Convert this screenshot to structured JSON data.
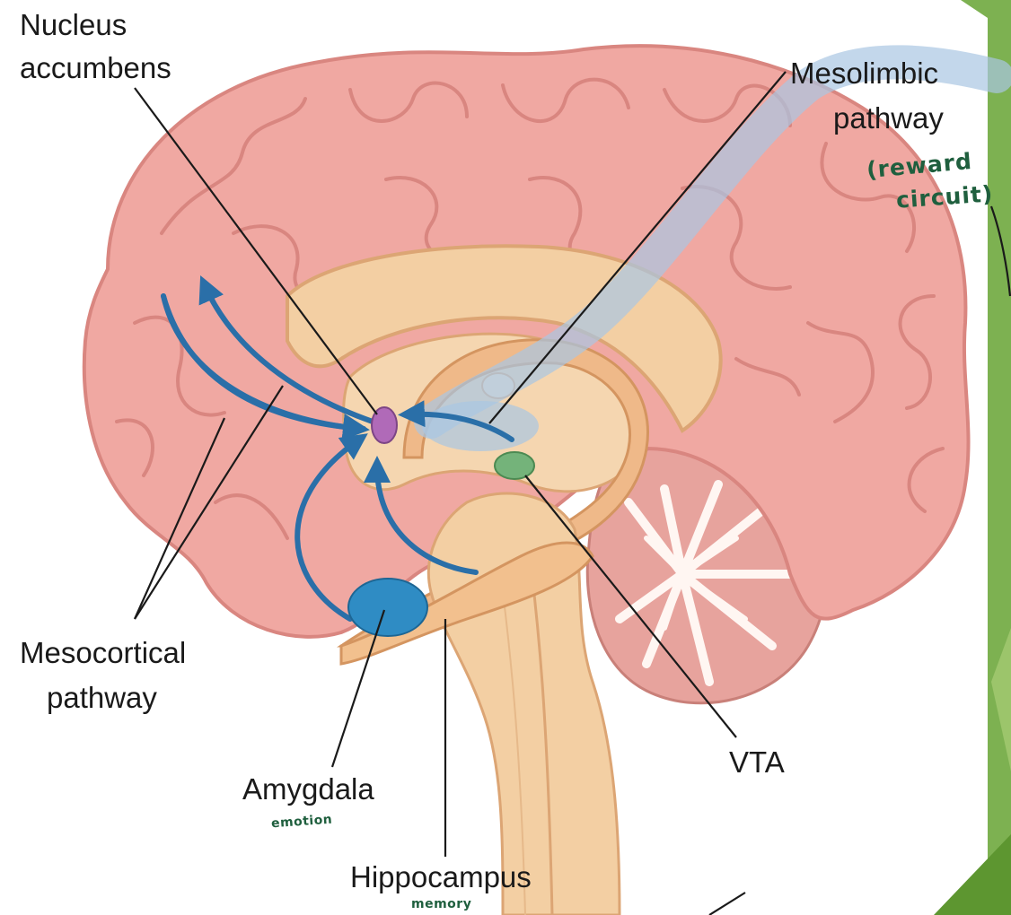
{
  "labels": {
    "nucleus_accumbens": [
      "Nucleus",
      "accumbens"
    ],
    "mesolimbic": [
      "Mesolimbic",
      "pathway"
    ],
    "mesocortical": [
      "Mesocortical",
      "pathway"
    ],
    "amygdala": "Amygdala",
    "hippocampus": "Hippocampus",
    "vta": "VTA"
  },
  "annotations": {
    "reward": [
      "(reward",
      "circuit)"
    ],
    "emotion": "emotion",
    "memory": "memory"
  },
  "colors": {
    "cortex": "#f0a8a2",
    "cortex_dark": "#d98680",
    "midbrain": "#f3cfa3",
    "midbrain_dark": "#dca574",
    "pathway_arrow": "#2a6fa8",
    "mesolimbic_highlight": "#a9c6e2",
    "nucleus_accumbens": "#b06ab8",
    "vta": "#74b37a",
    "amygdala": "#2f8cc4",
    "slide_accent": "#6fa83e",
    "annotation_ink": "#1f5f3e"
  }
}
